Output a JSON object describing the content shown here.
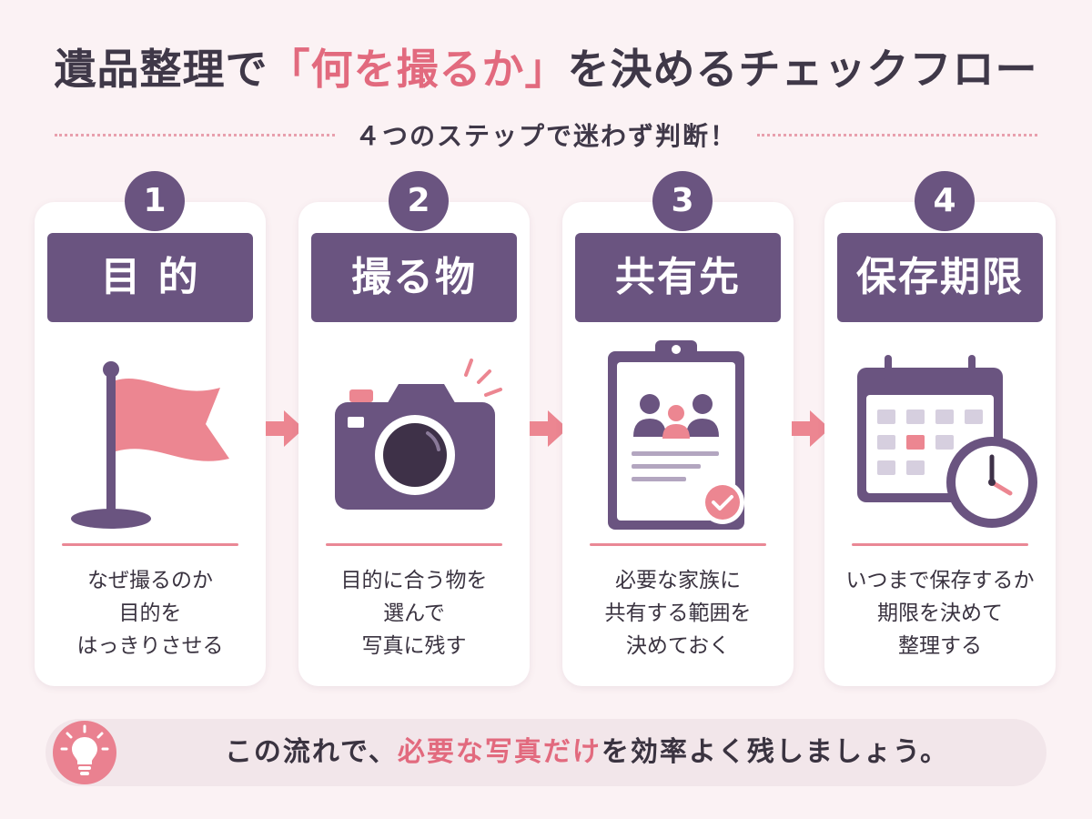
{
  "header": {
    "title_before": "遺品整理で",
    "title_accent": "「何を撮るか」",
    "title_after": "を決めるチェックフロー",
    "subtitle": "４つのステップで迷わず判断！"
  },
  "steps": [
    {
      "number": "1",
      "title": "目 的",
      "icon": "flag-icon",
      "text": "なぜ撮るのか\n目的を\nはっきりさせる"
    },
    {
      "number": "2",
      "title": "撮る物",
      "icon": "camera-icon",
      "text": "目的に合う物を\n選んで\n写真に残す"
    },
    {
      "number": "3",
      "title": "共有先",
      "icon": "clipboard-people-icon",
      "text": "必要な家族に\n共有する範囲を\n決めておく"
    },
    {
      "number": "4",
      "title": "保存期限",
      "icon": "calendar-clock-icon",
      "text": "いつまで保存するか\n期限を決めて\n整理する"
    }
  ],
  "footer": {
    "icon": "lightbulb-icon",
    "text_before": "この流れで、",
    "text_accent": "必要な写真だけ",
    "text_after": "を効率よく残しましょう。"
  },
  "colors": {
    "background": "#fbf2f4",
    "purple": "#6a5480",
    "pink": "#ea8190",
    "accent_text": "#e26a7e",
    "text": "#3a3340"
  }
}
